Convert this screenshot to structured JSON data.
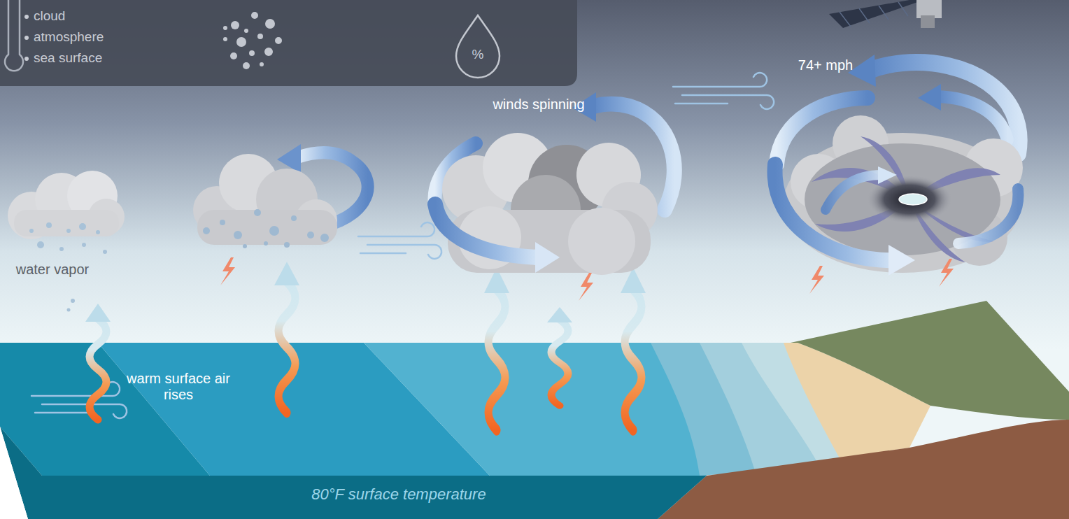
{
  "diagram": {
    "labels": [
      "cloud",
      "atmosphere",
      "sea surface",
      "%",
      "water vapor",
      "warm surface air rises",
      "winds spinning",
      "74+ mph",
      "80°F surface temperature"
    ]
  }
}
